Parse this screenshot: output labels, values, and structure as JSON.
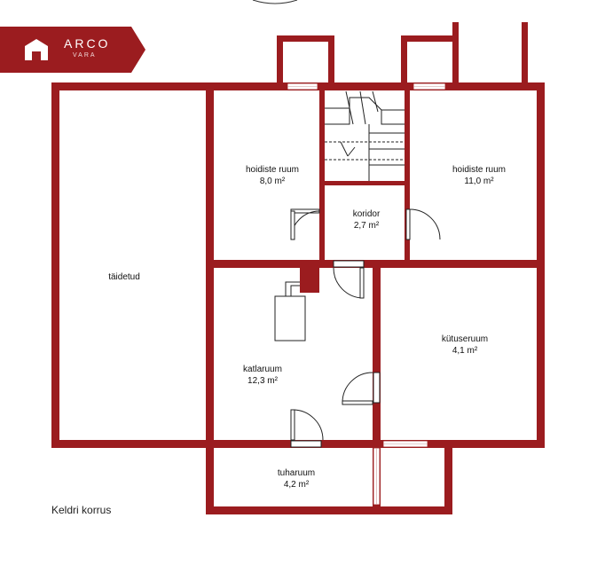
{
  "brand": {
    "name": "ARCO",
    "sub": "VARA",
    "color": "#9b1c1f"
  },
  "floor_name": "Keldri korrus",
  "rooms": [
    {
      "id": "taidetud",
      "name": "täidetud",
      "area": ""
    },
    {
      "id": "hoidiste1",
      "name": "hoidiste ruum",
      "area": "8,0 m²"
    },
    {
      "id": "koridor",
      "name": "koridor",
      "area": "2,7 m²"
    },
    {
      "id": "hoidiste2",
      "name": "hoidiste ruum",
      "area": "11,0 m²"
    },
    {
      "id": "katlaruum",
      "name": "katlaruum",
      "area": "12,3 m²"
    },
    {
      "id": "kutuseruum",
      "name": "kütuseruum",
      "area": "4,1 m²"
    },
    {
      "id": "tuharuum",
      "name": "tuharuum",
      "area": "4,2 m²"
    }
  ],
  "colors": {
    "wall": "#9b1c1f",
    "background": "#ffffff",
    "text": "#111111"
  }
}
